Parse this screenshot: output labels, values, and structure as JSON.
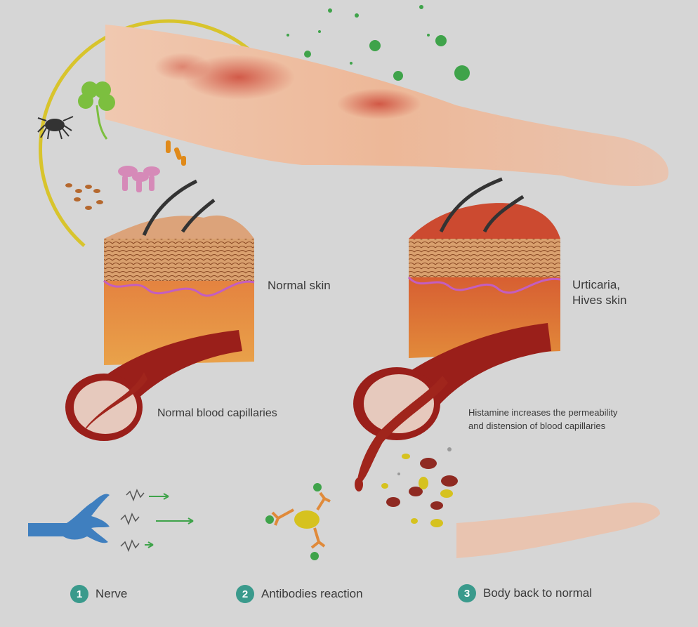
{
  "labels": {
    "normal_skin": "Normal skin",
    "urticaria_line1": "Urticaria,",
    "urticaria_line2": "Hives skin",
    "normal_capillaries": "Normal blood capillaries",
    "histamine_line1": "Histamine increases the permeability",
    "histamine_line2": "and distension of blood capillaries"
  },
  "legend": [
    {
      "number": "1",
      "label": "Nerve"
    },
    {
      "number": "2",
      "label": "Antibodies reaction"
    },
    {
      "number": "3",
      "label": "Body back to normal"
    }
  ],
  "colors": {
    "background": "#d6d6d6",
    "legend_badge": "#3a9a8c",
    "skin": "#e8a880",
    "hives_red": "#c8382a",
    "vessel": "#9a1f1a",
    "allergen_green": "#3fa34a",
    "nerve_blue": "#3f7fbf",
    "arc_yellow": "#d8c21a"
  },
  "icons": [
    "mite-icon",
    "clover-icon",
    "pollen-icon",
    "mushroom-icon",
    "bacteria-icon",
    "seed-icon",
    "virus-icon"
  ]
}
